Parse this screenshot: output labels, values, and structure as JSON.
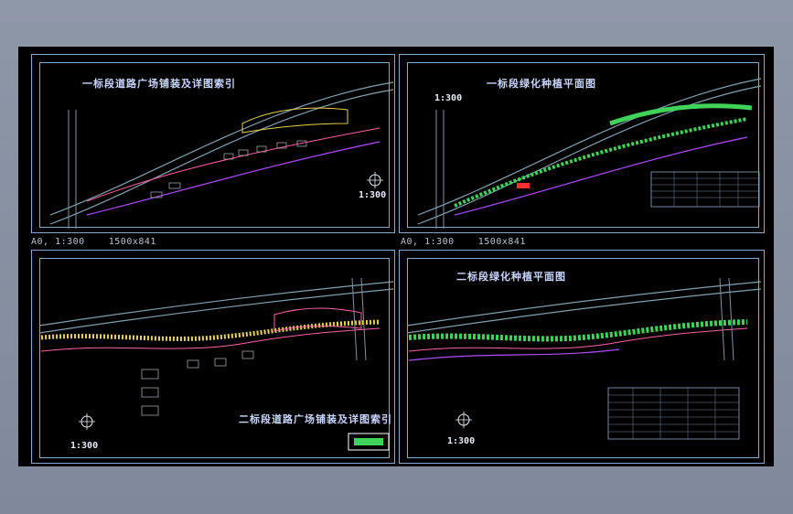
{
  "sheets": [
    {
      "label": "",
      "title": "一标段道路广场铺装及详图索引",
      "scale": "1:300",
      "north_icon": "compass-north-icon"
    },
    {
      "label": "",
      "title": "一标段绿化种植平面图",
      "scale": "1:300",
      "north_icon": "compass-north-icon"
    },
    {
      "label": "A0, 1:300    1500x841",
      "title": "二标段道路广场铺装及详图索引",
      "scale": "1:300",
      "north_icon": "compass-north-icon"
    },
    {
      "label": "A0, 1:300    1500x841",
      "title": "二标段绿化种植平面图",
      "scale": "1:300",
      "north_icon": "compass-north-icon"
    }
  ],
  "colors": {
    "background": "#000000",
    "frame": "#8aa8c8",
    "road": "#7fa0b0",
    "path": "#ff5fa8",
    "boundary": "#b04dff",
    "planting": "#3fd35a",
    "yellow": "#e6d34a",
    "red": "#ff3030"
  }
}
